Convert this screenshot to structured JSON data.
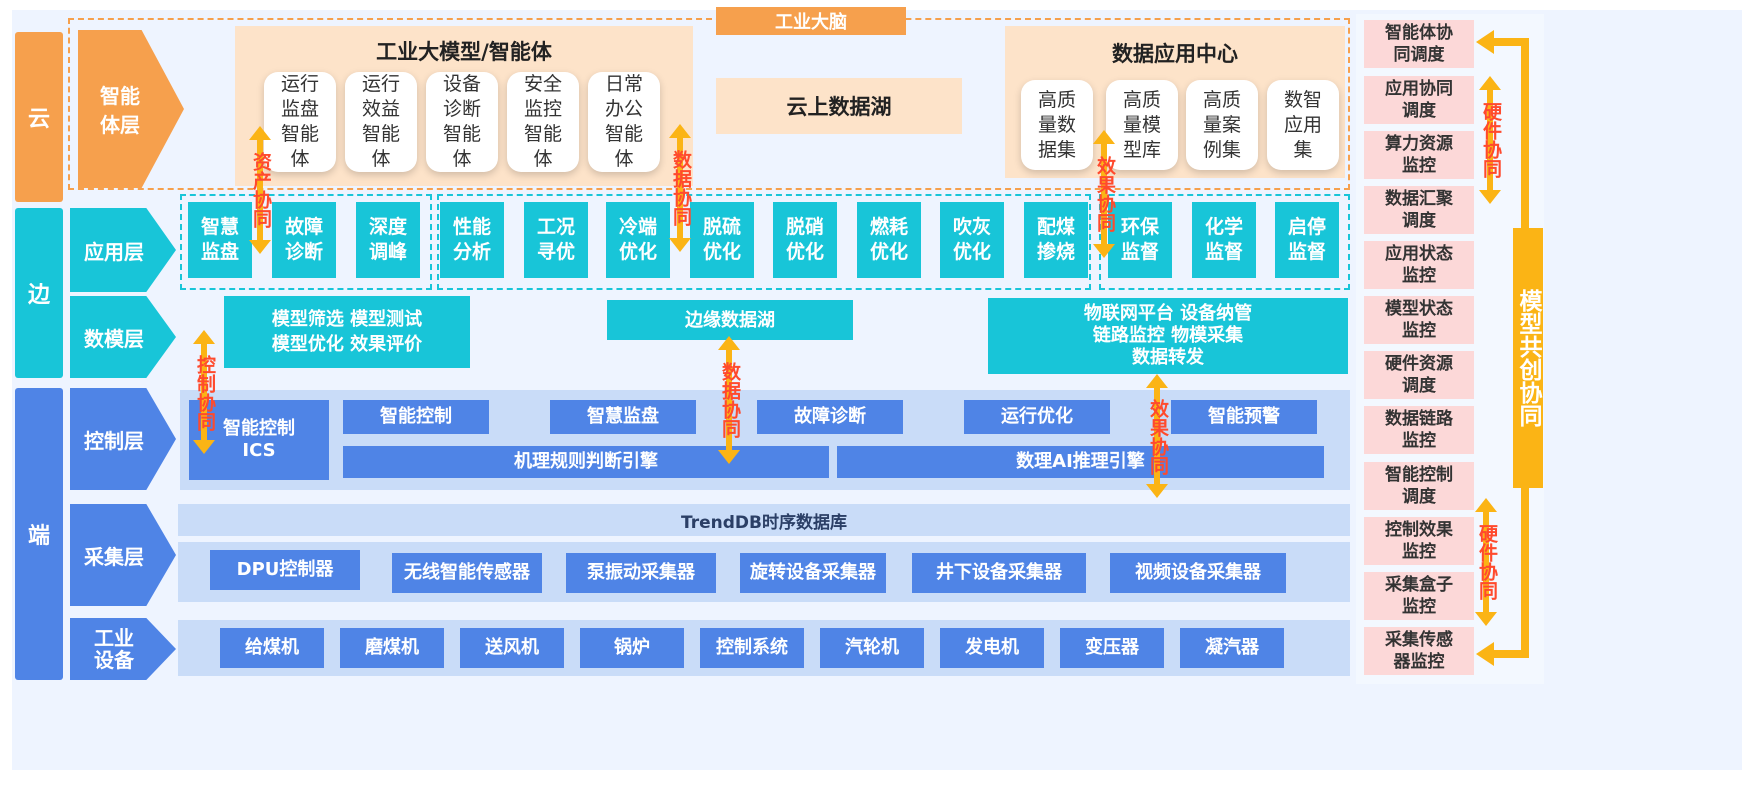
{
  "title": "工业大脑",
  "tiers": [
    "云",
    "边",
    "端"
  ],
  "layers": {
    "agent": "智能\n体层",
    "app": "应用层",
    "datamodel": "数模层",
    "control": "控制层",
    "collect": "采集层",
    "equipment": "工业\n设备"
  },
  "cloud": {
    "llm_title": "工业大模型/智能体",
    "agents": [
      "运行\n监盘\n智能\n体",
      "运行\n效益\n智能\n体",
      "设备\n诊断\n智能\n体",
      "安全\n监控\n智能\n体",
      "日常\n办公\n智能\n体"
    ],
    "datalake": "云上数据湖",
    "dac_title": "数据应用中心",
    "dac_items": [
      "高质\n量数\n据集",
      "高质\n量模\n型库",
      "高质\n量案\n例集",
      "数智\n应用\n集"
    ]
  },
  "apps": [
    "智慧\n监盘",
    "故障\n诊断",
    "深度\n调峰",
    "性能\n分析",
    "工况\n寻优",
    "冷端\n优化",
    "脱硫\n优化",
    "脱硝\n优化",
    "燃耗\n优化",
    "吹灰\n优化",
    "配煤\n掺烧",
    "环保\n监督",
    "化学\n监督",
    "启停\n监督"
  ],
  "datamodel": {
    "model_box": "模型筛选 模型测试\n模型优化 效果评价",
    "edge_lake": "边缘数据湖",
    "iot_box": "物联网平台 设备纳管\n链路监控 物模采集\n数据转发"
  },
  "control": {
    "ics": "智能控制\nICS",
    "items": [
      "智能控制",
      "智慧监盘",
      "故障诊断",
      "运行优化",
      "智能预警"
    ],
    "engine_left": "机理规则判断引擎",
    "engine_right": "数理AI推理引擎"
  },
  "collect": {
    "trenddb": "TrendDB时序数据库",
    "items": [
      "DPU控制器",
      "无线智能传感器",
      "泵振动采集器",
      "旋转设备采集器",
      "井下设备采集器",
      "视频设备采集器"
    ]
  },
  "equipment": [
    "给煤机",
    "磨煤机",
    "送风机",
    "锅炉",
    "控制系统",
    "汽轮机",
    "发电机",
    "变压器",
    "凝汽器"
  ],
  "arrows": {
    "asset": "资产协同",
    "data1": "数据协同",
    "effect1": "效果协同",
    "control": "控制协同",
    "data2": "数据协同",
    "effect2": "效果协同",
    "hw1": "硬件协同",
    "hw2": "硬件协同"
  },
  "right_panel": {
    "items": [
      "智能体协\n同调度",
      "应用协同\n调度",
      "算力资源\n监控",
      "数据汇聚\n调度",
      "应用状态\n监控",
      "模型状态\n监控",
      "硬件资源\n调度",
      "数据链路\n监控",
      "智能控制\n调度",
      "控制效果\n监控",
      "采集盒子\n监控",
      "采集传感\n器监控"
    ],
    "cocreate": "模型共创协同"
  },
  "colors": {
    "orange": "#f6a04d",
    "teal": "#18c5d8",
    "blue": "#4f84e6",
    "peach": "#fde3c9",
    "pink": "#fcd8d8",
    "arrow": "#fbb415",
    "arrow_text": "#ff4a2d",
    "light_blue": "#c9dcf8"
  }
}
